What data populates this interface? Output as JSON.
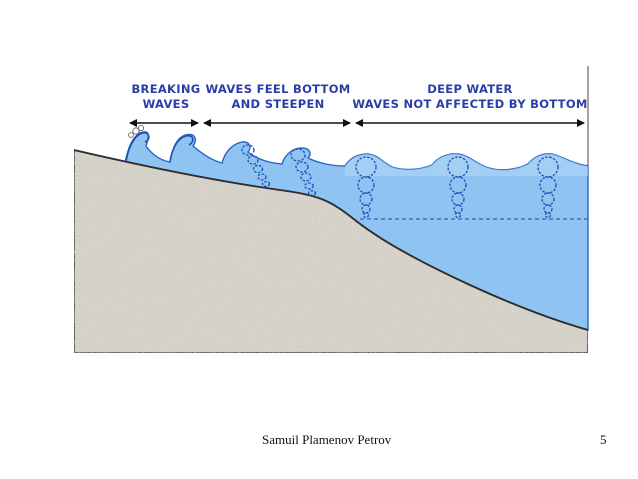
{
  "diagram": {
    "zones": [
      {
        "line1": "BREAKING",
        "line2": "WAVES"
      },
      {
        "line1": "WAVES FEEL BOTTOM",
        "line2": "AND STEEPEN"
      },
      {
        "line1": "DEEP WATER",
        "line2": "WAVES NOT AFFECTED BY BOTTOM"
      }
    ],
    "colors": {
      "water": "#8fc3f2",
      "water_edge": "#2b63c9",
      "seabed": "#d9d5cc",
      "label": "#2b3da8"
    }
  },
  "footer": {
    "author": "Samuil Plamenov Petrov",
    "page_number": "5"
  }
}
